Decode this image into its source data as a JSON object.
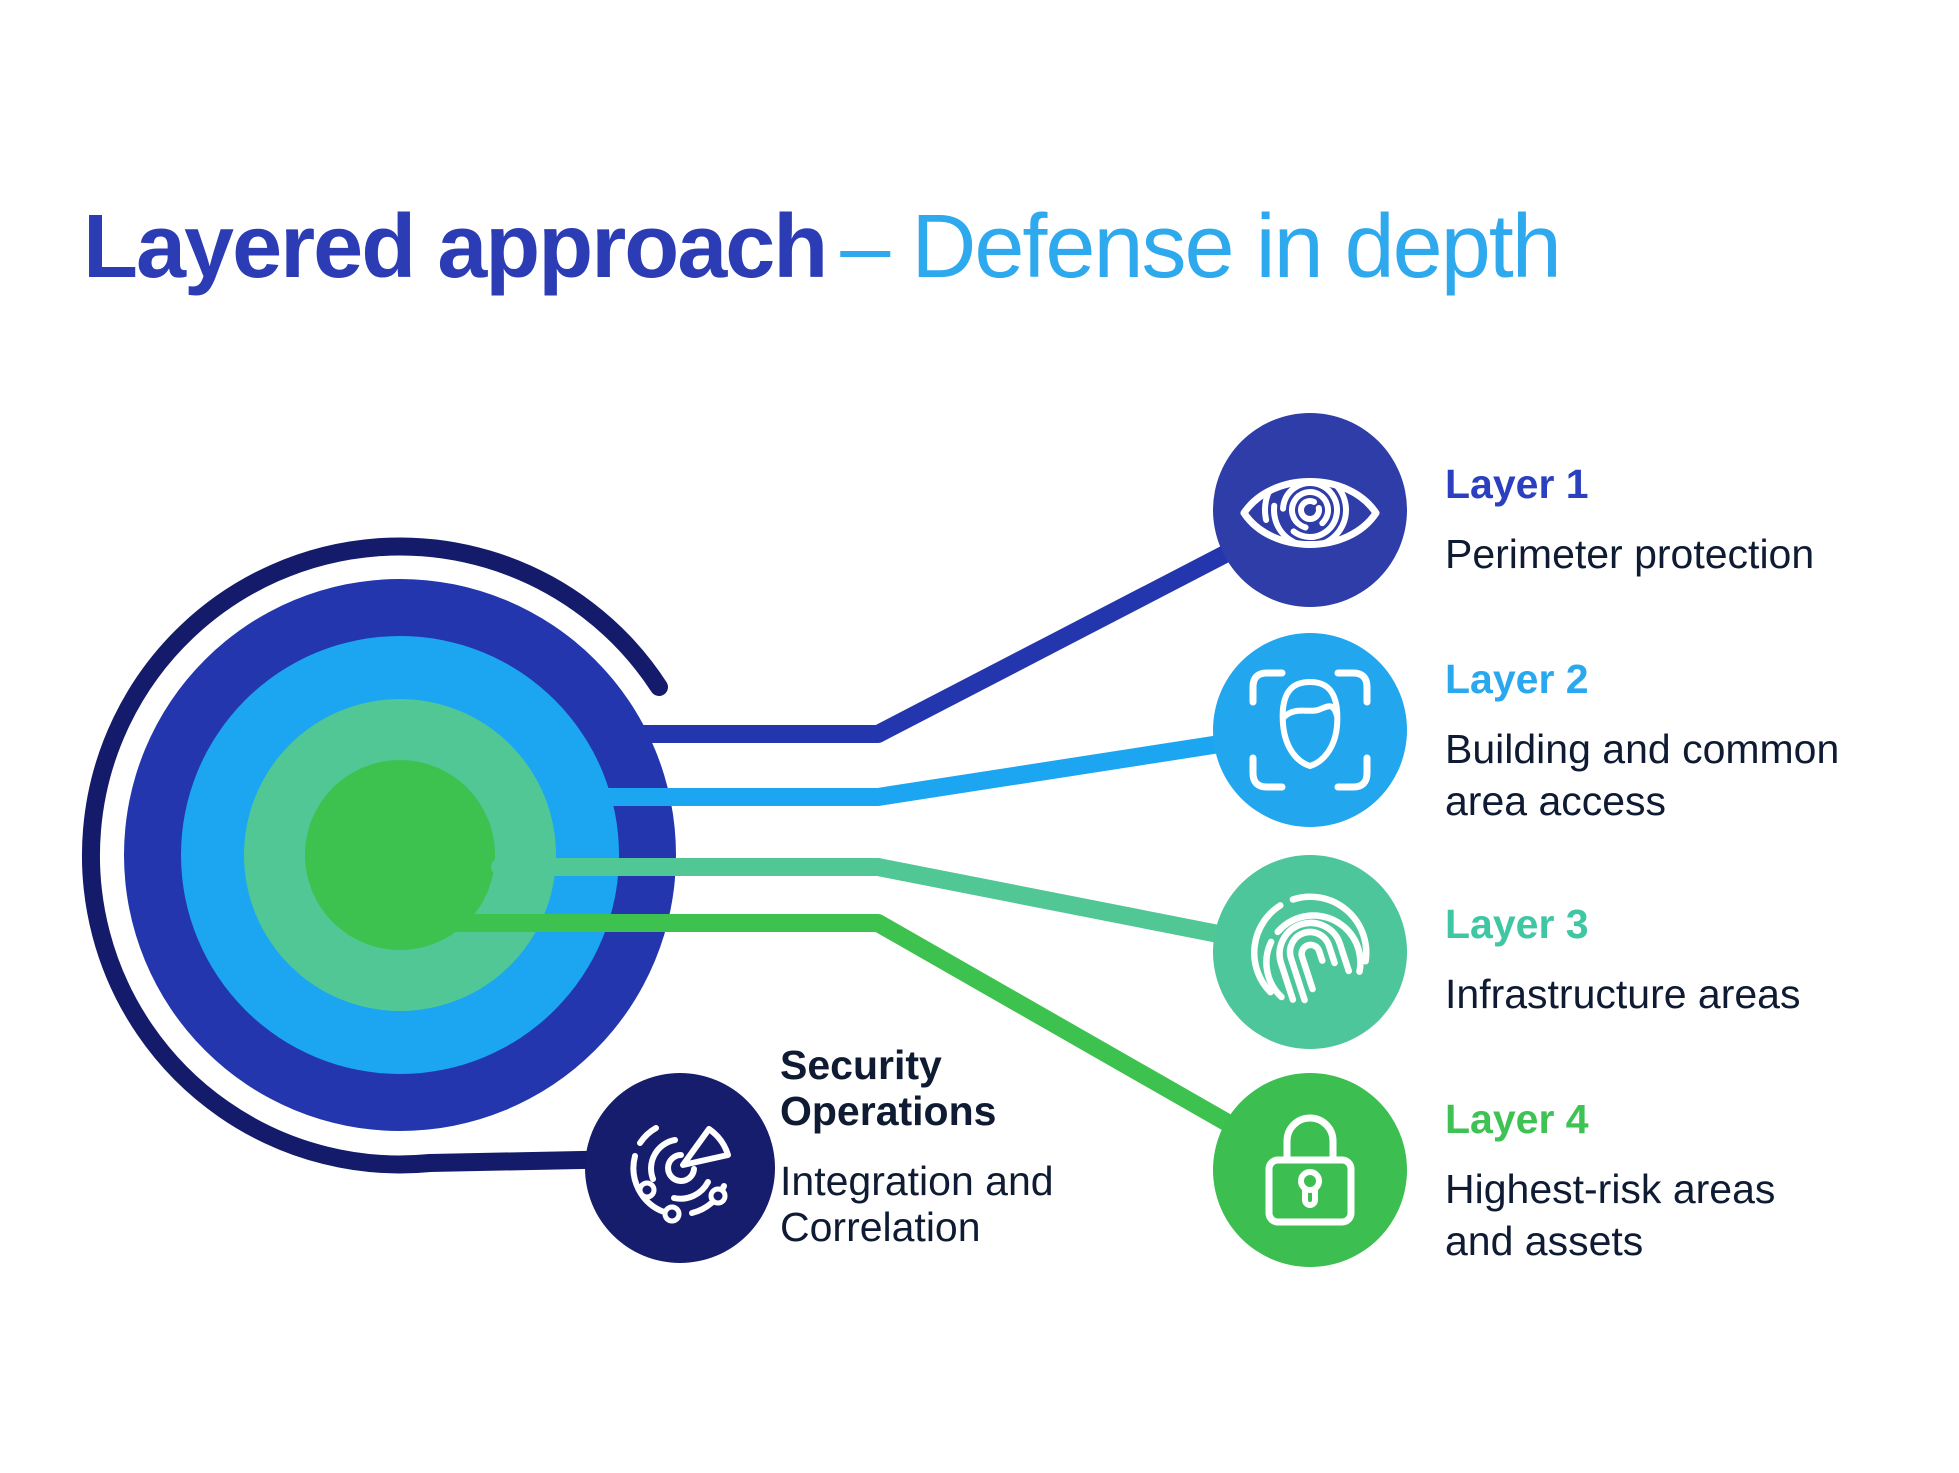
{
  "title": {
    "main": "Layered approach",
    "sub": "– Defense in depth"
  },
  "colors": {
    "background": "#ffffff",
    "title_main": "#2b3cb5",
    "title_sub": "#2fa9ee",
    "navy": "#141b6b",
    "text_dark": "#0e1b33",
    "secops_circle": "#161d6d",
    "icon_stroke": "#ffffff"
  },
  "rings": {
    "outer_arc": "#141b6b",
    "layer1": "#2336ad",
    "layer2": "#1ca6f2",
    "layer3": "#50c795",
    "layer4": "#3ec24f"
  },
  "connectors": {
    "layer1": "#2336ad",
    "layer2": "#1ca6f2",
    "layer3": "#50c795",
    "layer4": "#3ec24f",
    "secops": "#141b6b"
  },
  "layers": [
    {
      "name": "Layer 1",
      "description1": "Perimeter protection",
      "description2": "",
      "icon": "eye-icon",
      "circle_color": "#2e3da8",
      "label_color": "#2a40c0"
    },
    {
      "name": "Layer 2",
      "description1": "Building and common",
      "description2": "area access",
      "icon": "face-scan-icon",
      "circle_color": "#22a7ef",
      "label_color": "#29a8ef"
    },
    {
      "name": "Layer 3",
      "description1": "Infrastructure areas",
      "description2": "",
      "icon": "fingerprint-icon",
      "circle_color": "#4cc69a",
      "label_color": "#3fc6a3"
    },
    {
      "name": "Layer 4",
      "description1": "Highest-risk areas",
      "description2": "and assets",
      "icon": "padlock-icon",
      "circle_color": "#3cbe50",
      "label_color": "#3fc254"
    }
  ],
  "security_operations": {
    "title1": "Security",
    "title2": "Operations",
    "description1": "Integration and",
    "description2": "Correlation",
    "icon": "radar-icon"
  }
}
